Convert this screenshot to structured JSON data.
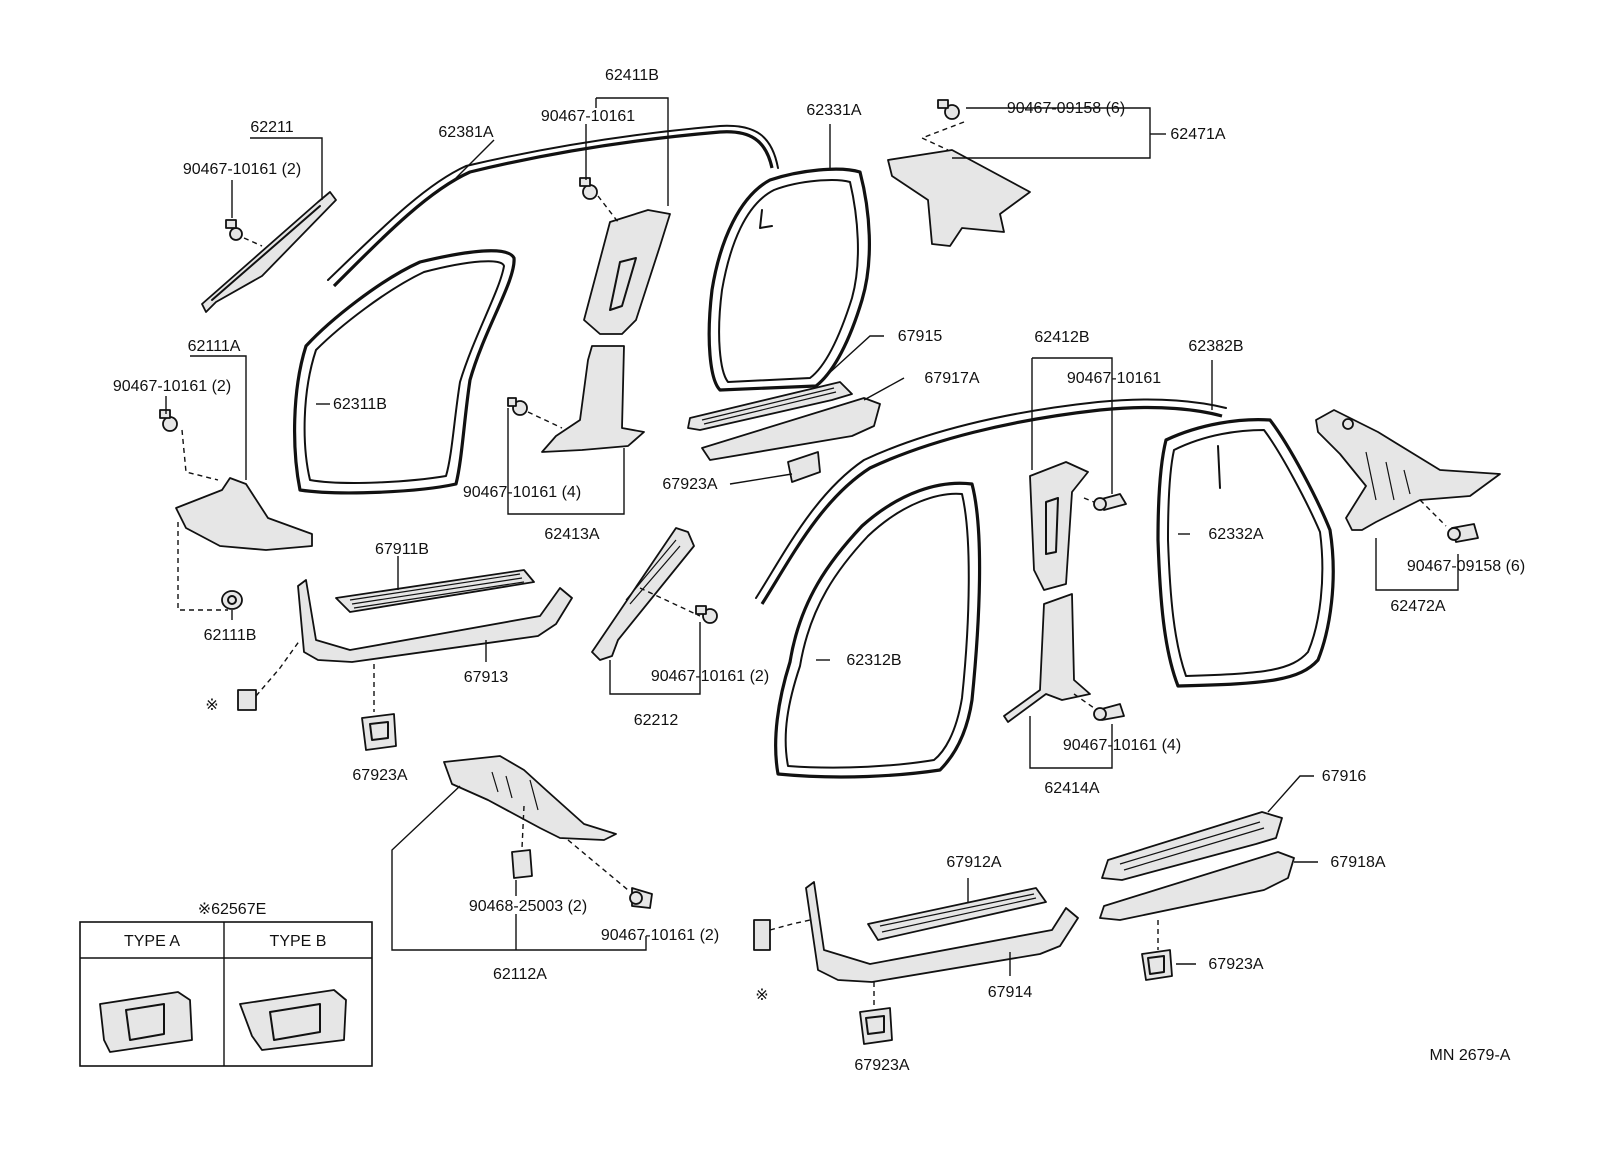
{
  "labels": {
    "l62211": "62211",
    "l62211_clip": "90467-10161 (2)",
    "l62381A": "62381A",
    "l62411B": "62411B",
    "l62411B_clip": "90467-10161",
    "l62331A": "62331A",
    "l62471A_clip": "90467-09158 (6)",
    "l62471A": "62471A",
    "l62111A": "62111A",
    "l62111A_clip": "90467-10161 (2)",
    "l62311B": "62311B",
    "l67915": "67915",
    "l67917A": "67917A",
    "l62412B": "62412B",
    "l62382B": "62382B",
    "l62412B_clip": "90467-10161",
    "l62413A_clip": "90467-10161 (4)",
    "l62413A": "62413A",
    "l67923A_a": "67923A",
    "l62332A": "62332A",
    "l62472A_clip": "90467-09158 (6)",
    "l62472A": "62472A",
    "l67911B": "67911B",
    "l62111B": "62111B",
    "l67913": "67913",
    "l62212_clip": "90467-10161 (2)",
    "l62212": "62212",
    "l62312B": "62312B",
    "star_a": "※",
    "l67923A_b": "67923A",
    "l62414A_clip": "90467-10161 (4)",
    "l62414A": "62414A",
    "l67916": "67916",
    "l67912A": "67912A",
    "l67918A": "67918A",
    "l62112A_clip1": "90468-25003 (2)",
    "l62112A_clip2": "90467-10161 (2)",
    "l62112A": "62112A",
    "l67923A_c": "67923A",
    "l67914": "67914",
    "star_b": "※",
    "l67923A_d": "67923A",
    "doc_id": "MN 2679-A"
  },
  "inset": {
    "title": "※62567E",
    "type_a": "TYPE A",
    "type_b": "TYPE B"
  }
}
